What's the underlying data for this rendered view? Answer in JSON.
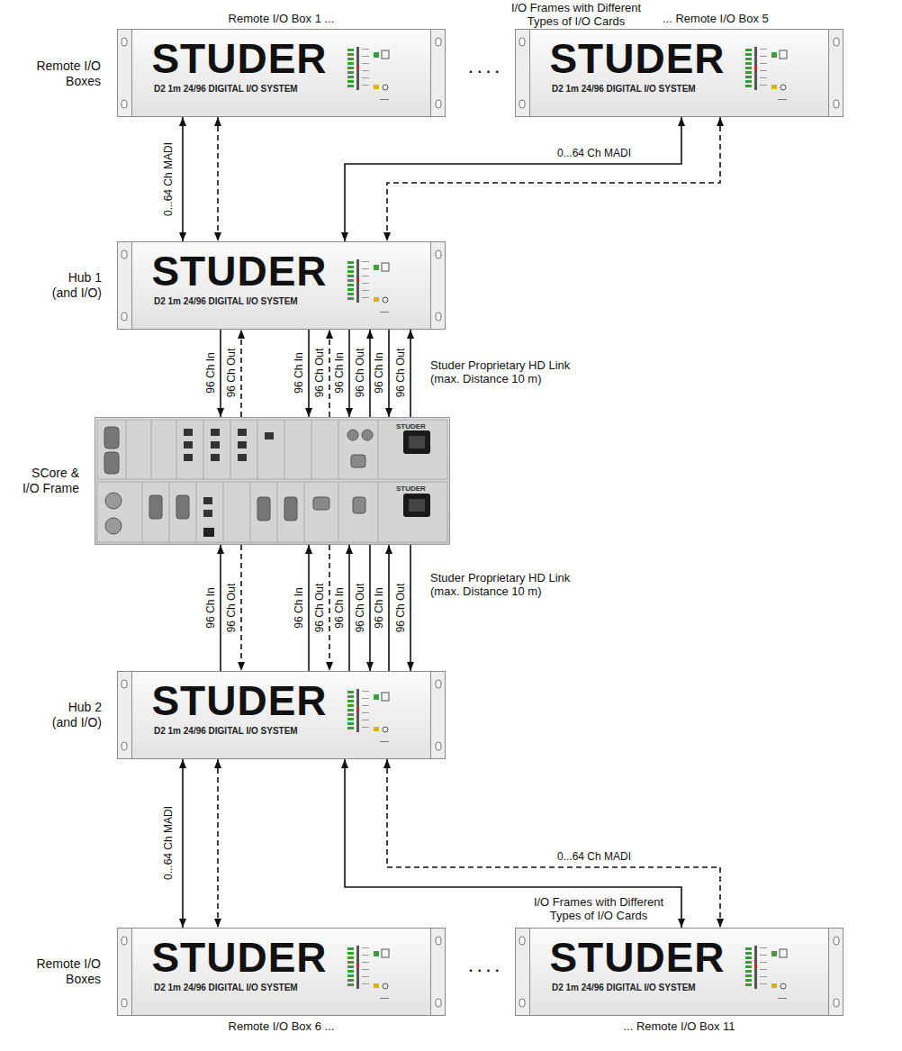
{
  "diagram": {
    "nodes": [
      {
        "text": [
          "Remote I/O Box 1 ...",
          "STUDER",
          "D2 1m 24/96 DIGITAL I/O SYSTEM"
        ]
      },
      {
        "text": [
          "... Remote I/O Box 5",
          "STUDER",
          "D2 1m 24/96 DIGITAL I/O SYSTEM"
        ]
      },
      {
        "text": [
          "Hub 1 (and I/O)",
          "STUDER",
          "D2 1m 24/96 DIGITAL I/O SYSTEM"
        ]
      },
      {
        "text": [
          "SCore & I/O Frame",
          "STUDER",
          "STUDER"
        ]
      },
      {
        "text": [
          "Hub 2 (and I/O)",
          "STUDER",
          "D2 1m 24/96 DIGITAL I/O SYSTEM"
        ]
      },
      {
        "text": [
          "Remote I/O Box 6 ...",
          "STUDER",
          "D2 1m 24/96 DIGITAL I/O SYSTEM"
        ]
      },
      {
        "text": [
          "... Remote I/O Box 11",
          "STUDER",
          "D2 1m 24/96 DIGITAL I/O SYSTEM"
        ]
      }
    ],
    "edges": [
      {
        "from": 0,
        "to": 2,
        "arrow": "both",
        "label": "0...64 Ch MADI"
      },
      {
        "from": 0,
        "to": 2,
        "arrow": "both"
      },
      {
        "from": 1,
        "to": 2,
        "arrow": "both",
        "label": "0...64 Ch MADI"
      },
      {
        "from": 1,
        "to": 2,
        "arrow": "both"
      },
      {
        "from": 2,
        "to": 3,
        "arrow": "to",
        "label": "96 Ch In"
      },
      {
        "from": 3,
        "to": 2,
        "arrow": "to",
        "label": "96 Ch Out"
      },
      {
        "from": 2,
        "to": 3,
        "arrow": "to",
        "label": "96 Ch In"
      },
      {
        "from": 3,
        "to": 2,
        "arrow": "to",
        "label": "96 Ch Out"
      },
      {
        "from": 2,
        "to": 3,
        "arrow": "to",
        "label": "96 Ch In"
      },
      {
        "from": 3,
        "to": 2,
        "arrow": "to",
        "label": "96 Ch Out"
      },
      {
        "from": 2,
        "to": 3,
        "arrow": "to",
        "label": "96 Ch In"
      },
      {
        "from": 3,
        "to": 2,
        "arrow": "to",
        "label": "96 Ch Out"
      },
      {
        "from": 4,
        "to": 3,
        "arrow": "to",
        "label": "96 Ch In"
      },
      {
        "from": 3,
        "to": 4,
        "arrow": "to",
        "label": "96 Ch Out"
      },
      {
        "from": 4,
        "to": 3,
        "arrow": "to",
        "label": "96 Ch In"
      },
      {
        "from": 3,
        "to": 4,
        "arrow": "to",
        "label": "96 Ch Out"
      },
      {
        "from": 4,
        "to": 3,
        "arrow": "to",
        "label": "96 Ch In"
      },
      {
        "from": 3,
        "to": 4,
        "arrow": "to",
        "label": "96 Ch Out"
      },
      {
        "from": 4,
        "to": 3,
        "arrow": "to",
        "label": "96 Ch In"
      },
      {
        "from": 3,
        "to": 4,
        "arrow": "to",
        "label": "96 Ch Out"
      },
      {
        "from": 4,
        "to": 5,
        "arrow": "both",
        "label": "0...64 Ch MADI"
      },
      {
        "from": 4,
        "to": 5,
        "arrow": "both"
      },
      {
        "from": 4,
        "to": 6,
        "arrow": "both"
      },
      {
        "from": 4,
        "to": 6,
        "arrow": "both",
        "label": "0...64 Ch MADI"
      }
    ],
    "labels": [
      "I/O Frames with Different Types of I/O Cards",
      "Remote I/O Boxes",
      "· · · ·",
      "Studer Proprietary HD Link (max. Distance 10 m)",
      "Studer Proprietary HD Link (max. Distance 10 m)",
      "Remote I/O Boxes",
      "· · · ·",
      "I/O Frames with Different Types of I/O Cards"
    ]
  }
}
